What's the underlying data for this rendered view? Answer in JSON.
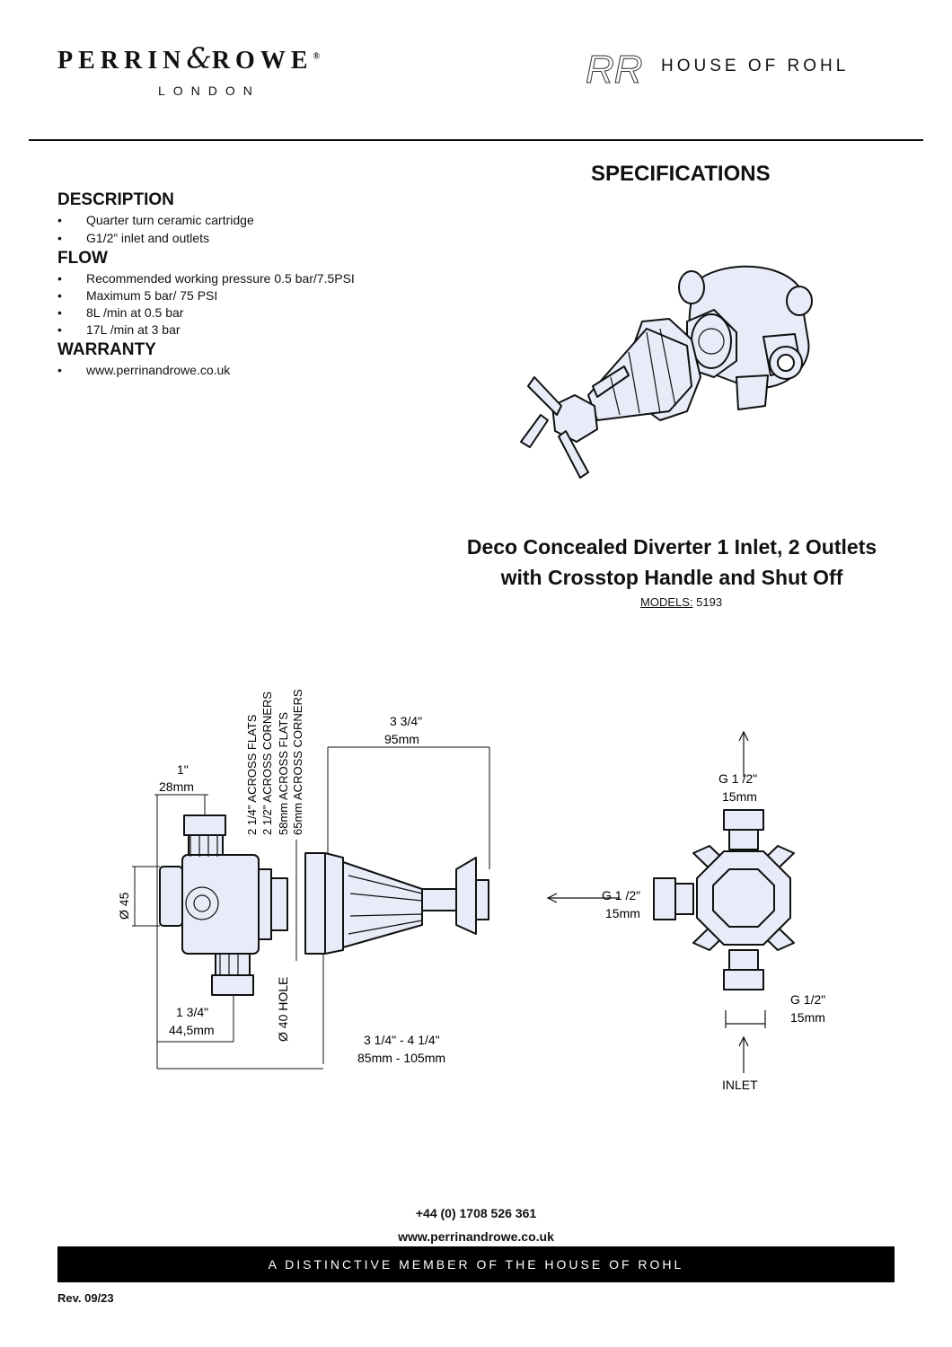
{
  "brand": {
    "name_left": "PERRIN",
    "ampersand": "&",
    "name_right": "ROWE",
    "registered": "®",
    "city": "LONDON",
    "parent_monogram": "RR",
    "parent": "HOUSE OF ROHL"
  },
  "page_title": "SPECIFICATIONS",
  "sections": {
    "description": {
      "heading": "DESCRIPTION",
      "items": [
        "Quarter turn ceramic cartridge",
        "G1/2” inlet and outlets"
      ]
    },
    "flow": {
      "heading": "FLOW",
      "items": [
        "Recommended working pressure 0.5 bar/7.5PSI",
        "Maximum 5 bar/ 75 PSI",
        "8L /min at 0.5 bar",
        "17L /min at 3 bar"
      ]
    },
    "warranty": {
      "heading": "WARRANTY",
      "items": [
        "www.perrinandrowe.co.uk"
      ]
    }
  },
  "bullet": "•",
  "product": {
    "title_line1": "Deco Concealed Diverter 1 Inlet, 2 Outlets",
    "title_line2": "with Crosstop Handle and Shut Off",
    "models_label": "MODELS:",
    "models_value": "5193"
  },
  "dimensions": {
    "side": {
      "inlet_offset_in": "1\"",
      "inlet_offset_mm": "28mm",
      "across_flats_in": "2 1/4\" ACROSS FLATS",
      "across_corners_in": "2 1/2\" ACROSS CORNERS",
      "across_flats_mm": "58mm ACROSS FLATS",
      "across_corners_mm": "65mm ACROSS CORNERS",
      "handle_len_in": "3 3/4\"",
      "handle_len_mm": "95mm",
      "body_dia": "Ø 45",
      "hole_dia": "Ø 40 HOLE",
      "outlet_offset_in": "1 3/4\"",
      "outlet_offset_mm": "44,5mm",
      "depth_in": "3 1/4\" - 4 1/4\"",
      "depth_mm": "85mm - 105mm"
    },
    "front": {
      "top_in": "G 1 /2\"",
      "top_mm": "15mm",
      "left_in": "G 1 /2\"",
      "left_mm": "15mm",
      "bottom_in": "G 1/2\"",
      "bottom_mm": "15mm",
      "inlet_label": "INLET"
    }
  },
  "footer": {
    "phone": "+44 (0) 1708 526 361",
    "website": "www.perrinandrowe.co.uk",
    "tagline": "A DISTINCTIVE MEMBER OF THE HOUSE OF ROHL",
    "revision": "Rev. 09/23"
  }
}
